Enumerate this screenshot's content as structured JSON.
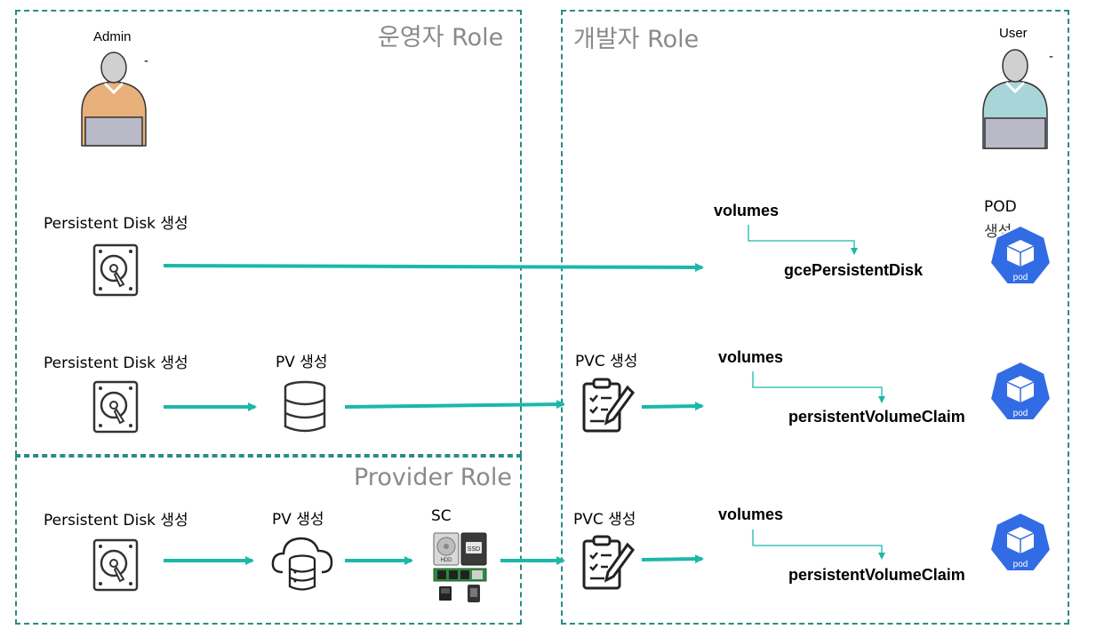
{
  "sections": {
    "operator_role": "운영자 Role",
    "developer_role": "개발자 Role",
    "provider_role": "Provider Role"
  },
  "actors": {
    "admin": "Admin",
    "admin_note": "-",
    "user": "User",
    "user_note": "-"
  },
  "rows": [
    {
      "disk_label": "Persistent Disk 생성",
      "volumes_label": "volumes",
      "volume_type": "gcePersistentDisk",
      "pod_label_line1": "POD",
      "pod_label_line2": "생성",
      "pod_icon_text": "pod"
    },
    {
      "disk_label": "Persistent Disk 생성",
      "pv_label": "PV 생성",
      "pvc_label": "PVC 생성",
      "volumes_label": "volumes",
      "volume_type": "persistentVolumeClaim",
      "pod_icon_text": "pod"
    },
    {
      "disk_label": "Persistent Disk 생성",
      "pv_label": "PV 생성",
      "sc_label": "SC",
      "pvc_label": "PVC 생성",
      "volumes_label": "volumes",
      "volume_type": "persistentVolumeClaim",
      "pod_icon_text": "pod"
    }
  ],
  "sc_image_text": {
    "hdd": "HDD",
    "ssd": "SSD"
  },
  "colors": {
    "dashed_border": "#2a8c84",
    "arrow": "#1bb8a9",
    "role_title": "#8a8a8a",
    "pod_blue": "#326ce5",
    "admin_shirt": "#e8b07a",
    "user_shirt": "#a9d5d8",
    "skin": "#d0d0d0",
    "laptop": "#b9b9c8"
  },
  "icons": {
    "disk": "hard-disk-icon",
    "pv": "database-icon",
    "pv_cloud": "cloud-database-icon",
    "pvc": "clipboard-edit-icon",
    "sc": "storage-devices-image",
    "pod": "kubernetes-pod-icon"
  }
}
